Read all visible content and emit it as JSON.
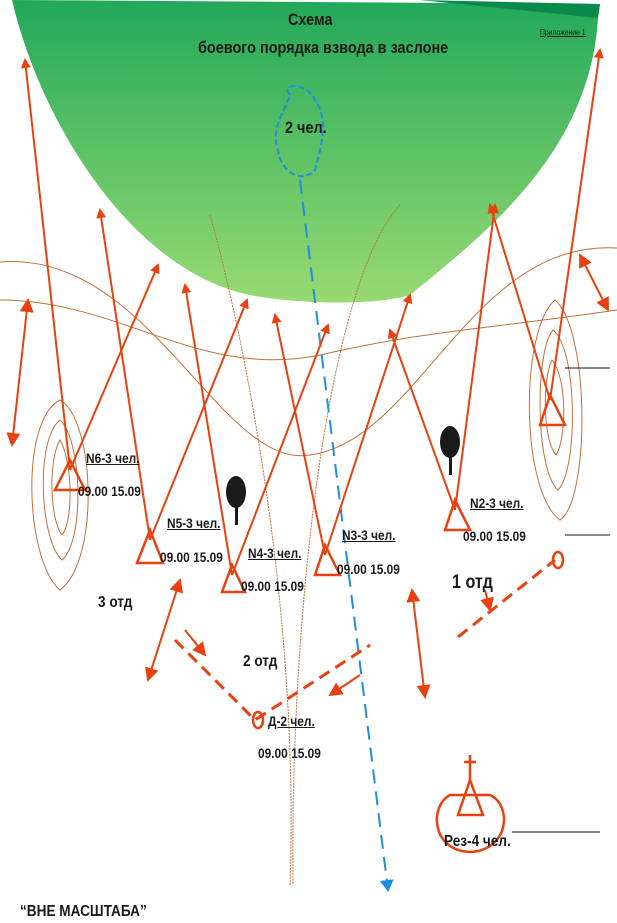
{
  "title": "Схема",
  "subtitle": "боевого порядка взвода в заслоне",
  "appendix": "Приложение 1",
  "observer": "2 чел.",
  "positions": [
    {
      "label": "N6-3 чел.",
      "time": "09.00 15.09"
    },
    {
      "label": "N5-3 чел.",
      "time": "09.00 15.09"
    },
    {
      "label": "N4-3 чел.",
      "time": "09.00 15.09"
    },
    {
      "label": "N3-3 чел.",
      "time": "09.00 15.09"
    },
    {
      "label": "N2-3 чел.",
      "time": "09.00 15.09"
    },
    {
      "label": "Д-2 чел.",
      "time": "09.00 15.09"
    }
  ],
  "squads": [
    "3 отд",
    "2 отд",
    "1 отд"
  ],
  "reserve": "Рез-4 чел.",
  "scale_note": "“ВНЕ МАСШТАБА”",
  "colors": {
    "arrow": "#e8410f",
    "terrain": "#c0703a",
    "blue": "#1e8fe0",
    "green_top": "#1fae5c",
    "green_bottom": "#8fd870"
  }
}
